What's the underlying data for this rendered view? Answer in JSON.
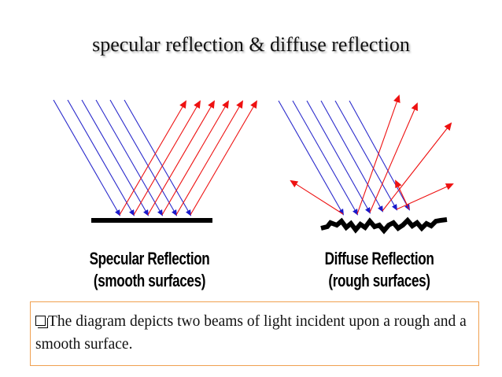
{
  "slide": {
    "title": "specular reflection & diffuse reflection",
    "note_bullet_icon": "square-bullet-icon",
    "note_text": "The diagram depicts two beams of light incident upon a rough and a smooth surface."
  },
  "diagram": {
    "specular": {
      "caption_line1": "Specular Reflection",
      "caption_line2": "(smooth surfaces)"
    },
    "diffuse": {
      "caption_line1": "Diffuse Reflection",
      "caption_line2": "(rough surfaces)"
    },
    "colors": {
      "incident": "#2a2acc",
      "reflected": "#ee1111",
      "surface": "#000000"
    }
  }
}
